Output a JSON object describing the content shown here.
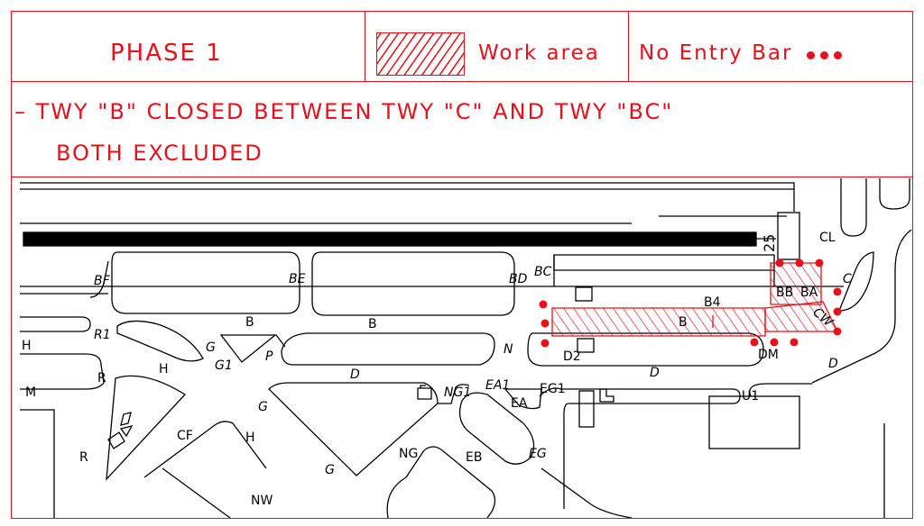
{
  "header": {
    "phase": "PHASE 1",
    "work_area_label": "Work area",
    "no_entry_label": "No Entry Bar"
  },
  "notice": {
    "line1": "– TWY \"B\" CLOSED BETWEEN TWY \"C\" AND TWY \"BC\"",
    "line2": "BOTH EXCLUDED"
  },
  "colors": {
    "accent": "#e8111b",
    "linework": "#000000"
  },
  "map_labels": {
    "runway": "25",
    "BF": "BF",
    "BE": "BE",
    "BD": "BD",
    "BC": "BC",
    "BB": "BB",
    "BA": "BA",
    "B4": "B4",
    "CL": "CL",
    "C": "C",
    "CW": "CW",
    "B_a": "B",
    "B_b": "B",
    "B_c": "B",
    "R1": "R1",
    "H_left": "H",
    "G": "G",
    "G1": "G1",
    "P": "P",
    "N": "N",
    "D2": "D2",
    "DM": "DM",
    "D_right": "D",
    "D_mid": "D",
    "D_center": "D",
    "M": "M",
    "R_top": "R",
    "H_mid": "H",
    "R_bottom": "R",
    "CF": "CF",
    "H_bottom": "H",
    "G_left": "G",
    "G_bottom": "G",
    "NG1": "NG1",
    "EA1": "EA1",
    "EA": "EA",
    "EG1": "EG1",
    "NG": "NG",
    "EB": "EB",
    "EG": "EG",
    "U1": "U1",
    "NW": "NW"
  }
}
